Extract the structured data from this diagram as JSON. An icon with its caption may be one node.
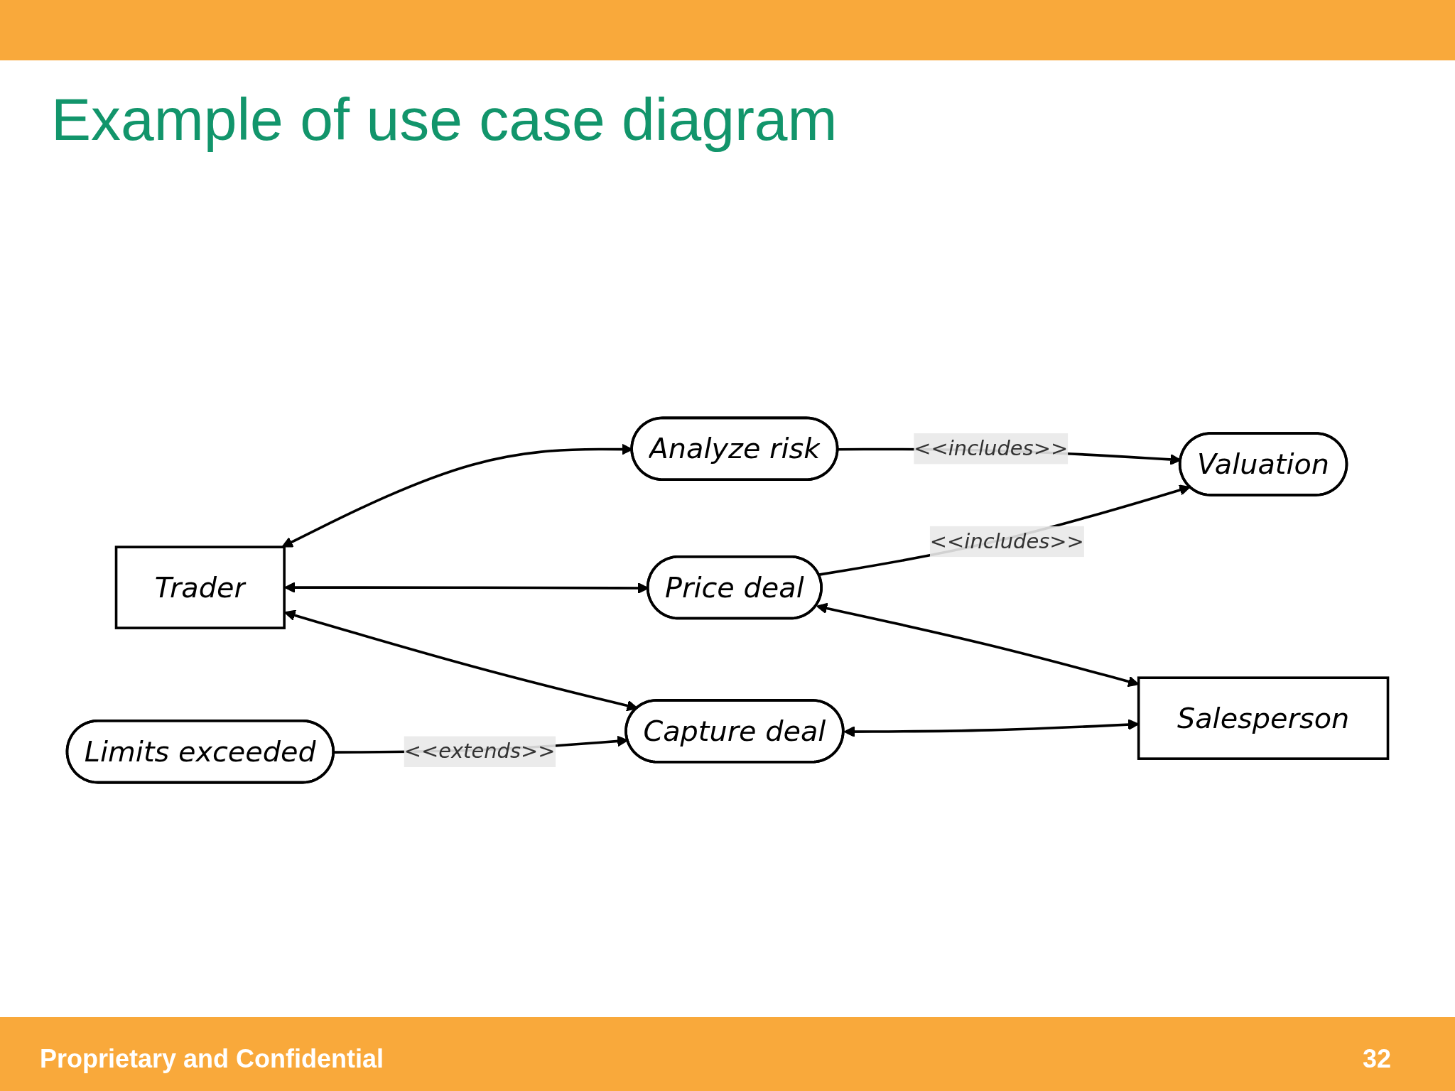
{
  "diagram": {
    "title": "Example of use case diagram",
    "nodes": [
      {
        "text": [
          "Trader"
        ]
      },
      {
        "text": [
          "Analyze risk"
        ]
      },
      {
        "text": [
          "Valuation"
        ]
      },
      {
        "text": [
          "Price deal"
        ]
      },
      {
        "text": [
          "Salesperson"
        ]
      },
      {
        "text": [
          "Capture deal"
        ]
      },
      {
        "text": [
          "Limits exceeded"
        ]
      }
    ],
    "edges": [
      {
        "from": 0,
        "to": 1,
        "arrow": "both"
      },
      {
        "from": 1,
        "to": 2,
        "arrow": "to",
        "label": "<<includes>>"
      },
      {
        "from": 3,
        "to": 2,
        "arrow": "to",
        "label": "<<includes>>"
      },
      {
        "from": 0,
        "to": 3,
        "arrow": "both"
      },
      {
        "from": 3,
        "to": 4,
        "arrow": "both"
      },
      {
        "from": 0,
        "to": 5,
        "arrow": "both"
      },
      {
        "from": 5,
        "to": 4,
        "arrow": "both"
      },
      {
        "from": 6,
        "to": 5,
        "arrow": "to",
        "label": "<<extends>>"
      }
    ],
    "labels": [
      "Proprietary and Confidential",
      "32"
    ]
  }
}
